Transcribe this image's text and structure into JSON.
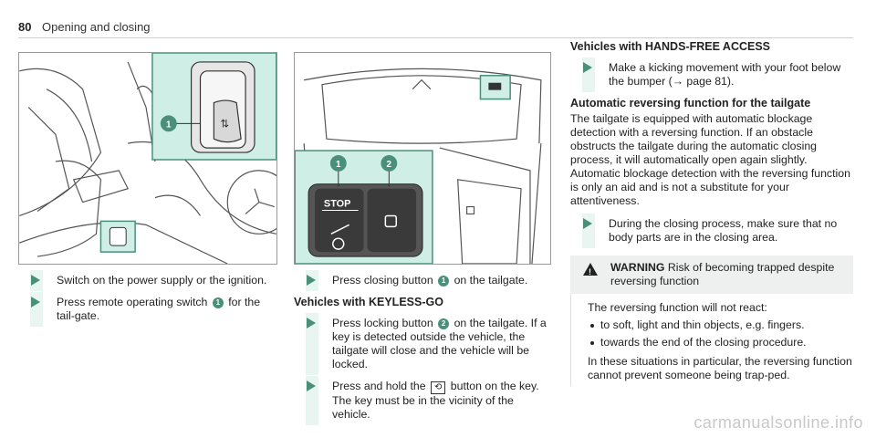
{
  "header": {
    "page_number": "80",
    "section": "Opening and closing"
  },
  "figure_left": {
    "callouts": [
      "1"
    ]
  },
  "figure_right": {
    "callouts": [
      "1",
      "2"
    ],
    "stop_label": "STOP"
  },
  "colA": {
    "step1": "Switch on the power supply or the ignition.",
    "step2_pre": "Press remote operating switch",
    "step2_num": "1",
    "step2_post": "for the tail‑gate."
  },
  "colB": {
    "step1_pre": "Press closing button",
    "step1_num": "1",
    "step1_post": "on the tailgate.",
    "heading": "Vehicles with KEYLESS-GO",
    "step2_pre": "Press locking button",
    "step2_num": "2",
    "step2_post": "on the tailgate. If a key is detected outside the vehicle, the tailgate will close and the vehicle will be locked.",
    "step3_pre": "Press and hold the",
    "step3_icon": "⟲",
    "step3_post": "button on the key. The key must be in the vicinity of the vehicle."
  },
  "colC": {
    "heading1": "Vehicles with HANDS-FREE ACCESS",
    "step1": "Make a kicking movement with your foot below the bumper (→ page 81).",
    "heading2": "Automatic reversing function for the tailgate",
    "para1": "The tailgate is equipped with automatic blockage detection with a reversing function. If an obstacle obstructs the tailgate during the automatic closing process, it will automatically open again slightly. Automatic blockage detection with the reversing function is only an aid and is not a substitute for your attentiveness.",
    "step2": "During the closing process, make sure that no body parts are in the closing area.",
    "warning_label": "WARNING",
    "warning_title": "Risk of becoming trapped despite reversing function",
    "warning_intro": "The reversing function will not react:",
    "bullets": [
      "to soft, light and thin objects, e.g. fingers.",
      "towards the end of the closing procedure."
    ],
    "warning_outro": "In these situations in particular, the reversing function cannot prevent someone being trap‑ped."
  },
  "footer": {
    "watermark": "carmanualsonline.info"
  },
  "colors": {
    "accent": "#4a8f7a",
    "tint": "#cfeee6"
  }
}
